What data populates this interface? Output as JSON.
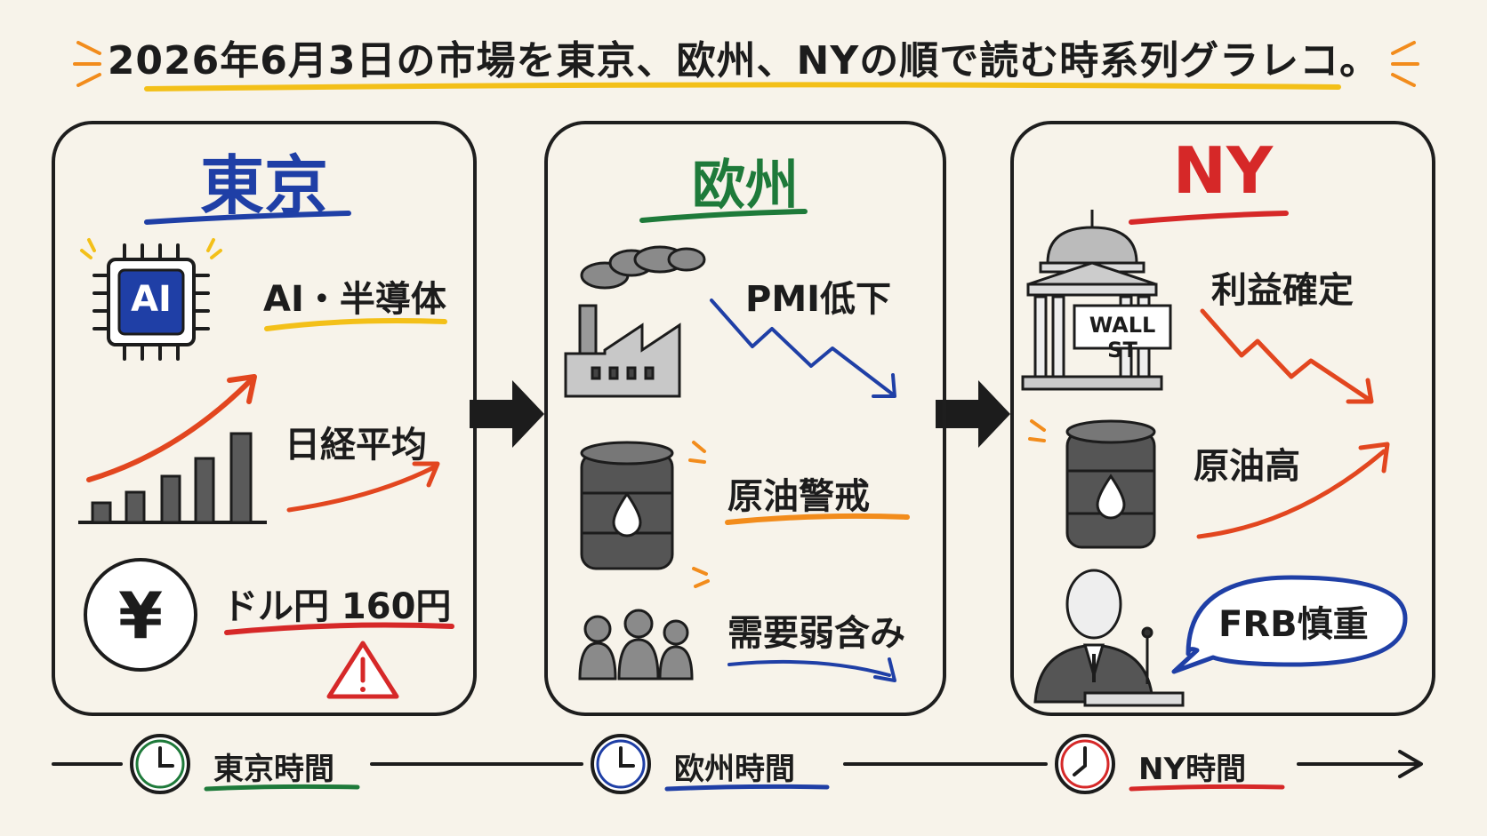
{
  "title": "2026年6月3日の市場を東京、欧州、NYの順で読む時系列グラレコ。",
  "colors": {
    "tokyo": "#1f3fa6",
    "europe": "#1e7a3a",
    "ny": "#d62828",
    "orange": "#f28c1c",
    "yellow": "#f3c019"
  },
  "panels": {
    "tokyo": {
      "title": "東京",
      "items": [
        "AI・半導体",
        "日経平均",
        "ドル円 160円"
      ],
      "chip_text": "AI"
    },
    "europe": {
      "title": "欧州",
      "items": [
        "PMI低下",
        "原油警戒",
        "需要弱含み"
      ]
    },
    "ny": {
      "title": "NY",
      "items": [
        "利益確定",
        "原油高",
        "FRB慎重"
      ],
      "sign_text": "WALL ST"
    }
  },
  "timeline": [
    "東京時間",
    "欧州時間",
    "NY時間"
  ]
}
